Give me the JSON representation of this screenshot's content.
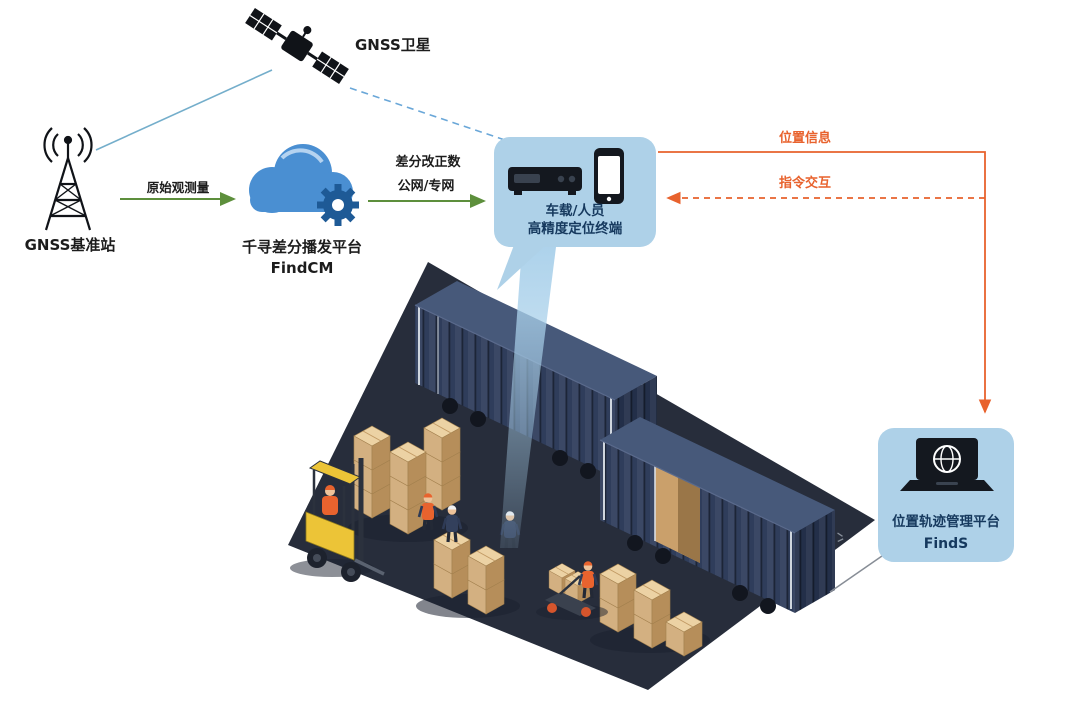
{
  "diagram": {
    "nodes": {
      "satellite": {
        "label": "GNSS卫星"
      },
      "base_station": {
        "label": "GNSS基准站"
      },
      "cloud_platform": {
        "name": "千寻差分播发平台",
        "product": "FindCM"
      },
      "terminal": {
        "line1": "车载/人员",
        "line2": "高精度定位终端"
      },
      "management_platform": {
        "name": "位置轨迹管理平台",
        "product": "FindS"
      }
    },
    "links": {
      "raw_observation": {
        "label": "原始观测量",
        "color": "#5d8f3c"
      },
      "differential_correction": {
        "line1": "差分改正数",
        "line2": "公网/专网",
        "color": "#5d8f3c"
      },
      "position_info": {
        "label": "位置信息",
        "color": "#e8622d"
      },
      "command_interaction": {
        "label": "指令交互",
        "color": "#e8622d"
      },
      "satellite_link_color": "#74aecb"
    },
    "colors": {
      "bubble_bg": "#aed1e8",
      "bubble_text": "#16395e",
      "ground": "#272d3b",
      "beam": "#a9d0ea",
      "box_tan": "#d3b081",
      "forklift_yellow": "#ecc437"
    }
  }
}
